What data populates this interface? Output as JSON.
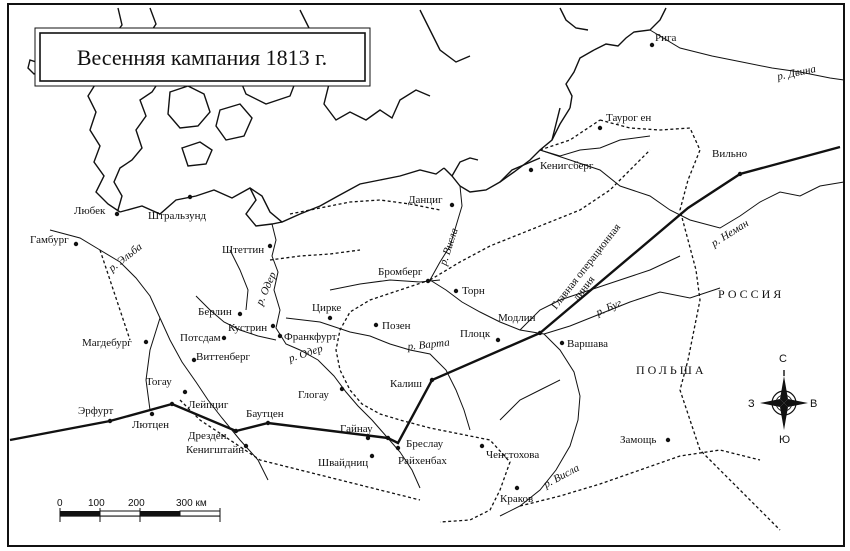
{
  "title": "Весенняя кампания 1813 г.",
  "cities": {
    "riga": "Рига",
    "taurogen": "Таурог ен",
    "vilno": "Вильно",
    "konigsberg": "Кенигсберг",
    "danzig": "Данциг",
    "lubeck": "Любек",
    "stralsund": "Штральзунд",
    "hamburg": "Гамбург",
    "stettin": "Штеттин",
    "bromberg": "Бромберг",
    "thorn": "Торн",
    "modlin": "Модлин",
    "plock": "Плоцк",
    "warsaw": "Варшава",
    "berlin": "Берлин",
    "kustrin": "Кустрин",
    "potsdam": "Потсдам",
    "frankfurt": "Франкфурт",
    "zirke": "Цирке",
    "posen": "Позен",
    "magdeburg": "Магдебург",
    "wittenberg": "Виттенберг",
    "torgau": "Тогау",
    "leipzig": "Лейпциг",
    "erfurt": "Эрфурт",
    "lutzen": "Лютцен",
    "dresden": "Дрезден",
    "konigstein": "Кенигштайн",
    "bautzen": "Баутцен",
    "glogau": "Глогау",
    "haynau": "Гайнау",
    "kalisz": "Калиш",
    "breslau": "Бреслау",
    "reichenbach": "Райхенбах",
    "schweidnitz": "Швайдниц",
    "czestochowa": "Ченстохова",
    "krakow": "Краков",
    "zamosc": "Замощь"
  },
  "rivers": {
    "dvina": "р. Двина",
    "neman": "р. Неман",
    "elba": "р. Эльба",
    "oder_north": "р. Одер",
    "oder_south": "р. Одер",
    "vistula_north": "р. Висла",
    "vistula_south": "р. Висла",
    "warta": "р. Варта",
    "bug": "р. Буг"
  },
  "countries": {
    "russia": "РОССИЯ",
    "poland": "ПОЛЬША"
  },
  "operation_line": {
    "line1": "Главная операционная",
    "line2": "линия"
  },
  "compass": {
    "n": "С",
    "s": "Ю",
    "w": "З",
    "e": "В"
  },
  "scale": {
    "t0": "0",
    "t1": "100",
    "t2": "200",
    "t3": "300 км"
  }
}
